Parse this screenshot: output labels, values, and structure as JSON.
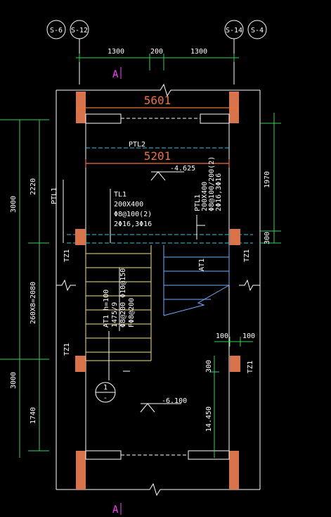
{
  "axes": {
    "top_left_1": "S-6",
    "top_left_2": "S-12",
    "top_right_1": "S-14",
    "top_right_2": "S-4"
  },
  "top_dims": [
    "1300",
    "200",
    "1300"
  ],
  "section_mark": "A",
  "overall_width_label": "5601",
  "inner_width_label": "5201",
  "ptl2_label": "PTL2",
  "ptl1_left_label": "PTL1",
  "elev_landing": "-4.625",
  "elev_bottom": "-6.100",
  "tl1": {
    "name": "TL1",
    "size": "200X400",
    "stirrup": "Φ8@100(2)",
    "bars": "2Φ16,3Φ16"
  },
  "ptl1_right": {
    "name": "PTL1",
    "size": "200X400",
    "stirrup": "Φ8@100/200(2)",
    "bars": "2Φ16,3Φ16"
  },
  "at1_label": "AT1",
  "at1_detail": {
    "h": "AT1 h=100",
    "steps": "1475/9",
    "rebar1": "Φ8@200 Φ10@150",
    "rebar2": "FΦ8@200"
  },
  "tz1": "TZ1",
  "left_dims": [
    "2220",
    "3000",
    "260X8=2080",
    "3000",
    "1740"
  ],
  "right_dims": [
    "1970",
    "300",
    "100",
    "100",
    "300",
    "14.450"
  ],
  "detail_circle": "1",
  "detail_circle_sub": "-",
  "colors": {
    "background": "#000000",
    "dim_green": "#39d353",
    "wall_hatch": "#d9744a",
    "text_orange": "#e8733a",
    "beam_cyan": "#33c8e6",
    "stair_yellow": "#f4e27a",
    "stair_blue": "#6fb0ff",
    "section_magenta": "#ff3cff"
  }
}
